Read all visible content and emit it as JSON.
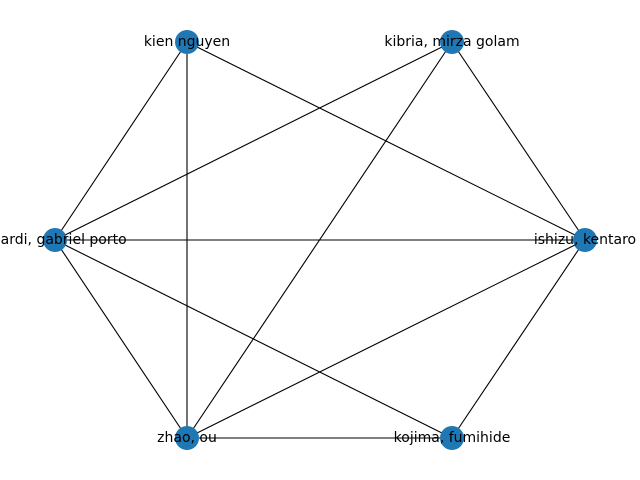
{
  "graph": {
    "nodes": [
      {
        "id": "kien",
        "label": "kien nguyen"
      },
      {
        "id": "kibria",
        "label": "kibria, mirza golam"
      },
      {
        "id": "ishizu",
        "label": "ishizu, kentaro"
      },
      {
        "id": "kojima",
        "label": "kojima, fumihide"
      },
      {
        "id": "zhao",
        "label": "zhao, ou"
      },
      {
        "id": "gabriel",
        "label": "ricardi, gabriel porto"
      }
    ],
    "edges": [
      [
        "kien",
        "gabriel"
      ],
      [
        "kien",
        "zhao"
      ],
      [
        "kien",
        "ishizu"
      ],
      [
        "kibria",
        "gabriel"
      ],
      [
        "kibria",
        "zhao"
      ],
      [
        "kibria",
        "ishizu"
      ],
      [
        "gabriel",
        "ishizu"
      ],
      [
        "gabriel",
        "zhao"
      ],
      [
        "gabriel",
        "kojima"
      ],
      [
        "ishizu",
        "zhao"
      ],
      [
        "ishizu",
        "kojima"
      ],
      [
        "zhao",
        "kojima"
      ]
    ],
    "colors": {
      "node": "#1f77b4",
      "edge": "#000000",
      "label": "#000000",
      "background": "#ffffff"
    }
  }
}
